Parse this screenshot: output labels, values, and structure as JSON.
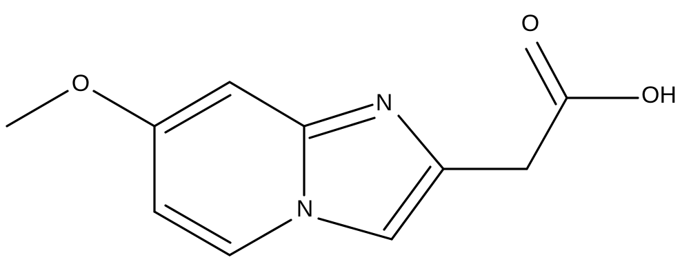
{
  "molecule": {
    "atoms": {
      "oxygen_carbonyl": "O",
      "hydroxyl": "OH",
      "methoxy_oxygen": "O",
      "imidazole_nitrogen": "N",
      "bridgehead_nitrogen": "N"
    }
  }
}
